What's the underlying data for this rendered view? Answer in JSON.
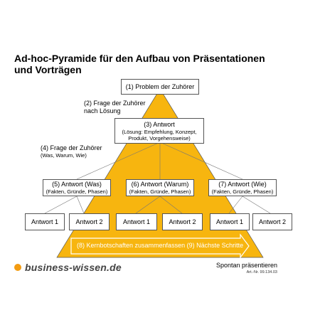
{
  "title": "Ad-hoc-Pyramide für den Aufbau von Präsentationen und Vorträgen",
  "nodes": {
    "problem": "(1) Problem der Zuhörer",
    "antwort_main": "(3) Antwort",
    "antwort_main_sub": "(Lösung: Empfehlung, Konzept, Produkt, Vorgehensweise)",
    "was": "(5) Antwort (Was)",
    "was_sub": "(Fakten, Gründe, Phasen)",
    "warum": "(6) Antwort (Warum)",
    "warum_sub": "(Fakten, Gründe, Phasen)",
    "wie": "(7) Antwort (Wie)",
    "wie_sub": "(Fakten, Gründe, Phasen)",
    "a1_was": "Antwort 1",
    "a2_was": "Antwort 2",
    "a1_warum": "Antwort 1",
    "a2_warum": "Antwort 2",
    "a1_wie": "Antwort 1",
    "a2_wie": "Antwort 2"
  },
  "labels": {
    "frage": "(2) Frage der Zuhörer",
    "frage_line2": "nach Lösung",
    "frage2": "(4) Frage der Zuhörer",
    "frage2_sub": "(Was, Warum, Wie)"
  },
  "arrow_text": "(8) Kernbotschaften zusammenfassen (9) Nächste Schritte",
  "footer": {
    "logo_text": "business-wissen.de",
    "right_text": "Spontan präsentieren",
    "article_no": "Art.-Nr. 99.134.03"
  },
  "colors": {
    "pyramid": "#f7b50f",
    "logo_dot": "#f39c12"
  }
}
